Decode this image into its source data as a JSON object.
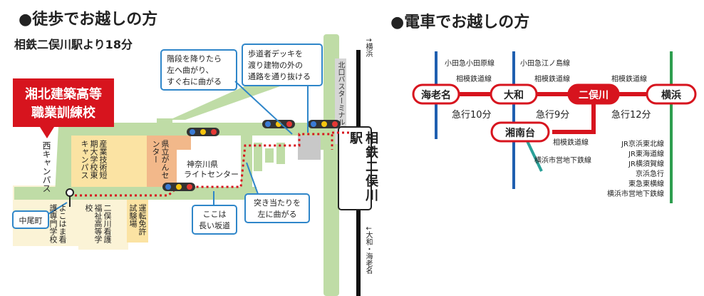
{
  "walk": {
    "heading": "●徒歩でお越しの方",
    "subheading": "相鉄二俣川駅より18分",
    "school_name_line1": "湘北建築高等",
    "school_name_line2": "職業訓練校",
    "labels": {
      "nishi_campus": "西キャンパス",
      "sangyo_tanki": "産業技術短期大学校東キャンパス",
      "kenritsu_gan": "県立がんセンター",
      "kanagawa_light_1": "神奈川県",
      "kanagawa_light_2": "ライトセンター",
      "unten_menkyo": "運転免許試験場",
      "futamatagawa_kango": "二俣川看護福祉高等学校",
      "yokohama_kango": "よこはま看護専門学校",
      "kita_bus": "北口バスターミナル",
      "station_name": "相鉄二俣川駅",
      "arrow_yokohama": "↑横浜",
      "arrow_yamato": "↓大和・海老名"
    },
    "callouts": {
      "nakaomachi": "中尾町",
      "stairs_1": "階段を降りたら",
      "stairs_2": "左へ曲がり、",
      "stairs_3": "すぐ右に曲がる",
      "deck_1": "歩道者デッキを",
      "deck_2": "渡り建物の外の",
      "deck_3": "通路を通り抜ける",
      "slope_1": "ここは",
      "slope_2": "長い坂道",
      "end_1": "突き当たりを",
      "end_2": "左に曲がる"
    }
  },
  "train": {
    "heading": "●電車でお越しの方",
    "stations": {
      "ebina": "海老名",
      "yamato": "大和",
      "futamatagawa": "二俣川",
      "yokohama": "横浜",
      "shonandai": "湘南台"
    },
    "lines": {
      "odakyu_odawara": "小田急小田原線",
      "odakyu_enoshima": "小田急江ノ島線",
      "sotetsu_1": "相模鉄道線",
      "sotetsu_2": "相模鉄道線",
      "sotetsu_3": "相模鉄道線",
      "sotetsu_4": "相模鉄道線",
      "subway_left": "横浜市営地下鉄線",
      "yokohama_lines": [
        "JR京浜東北線",
        "JR東海道線",
        "JR横須賀線",
        "京浜急行",
        "東急東横線",
        "横浜市営地下鉄線"
      ]
    },
    "times": {
      "ebina_yamato": "急行10分",
      "yamato_futamatagawa": "急行9分",
      "futamatagawa_yokohama": "急行12分"
    },
    "colors": {
      "sotetsu": "#d7141e",
      "odakyu": "#1f5fb0",
      "subway": "#2aa199",
      "jr": "#2e9e4f",
      "road": "#bfdca6",
      "building_yellow": "#fbe3a3",
      "building_orange": "#f2b88a",
      "callout_border": "#2f86c9"
    }
  }
}
